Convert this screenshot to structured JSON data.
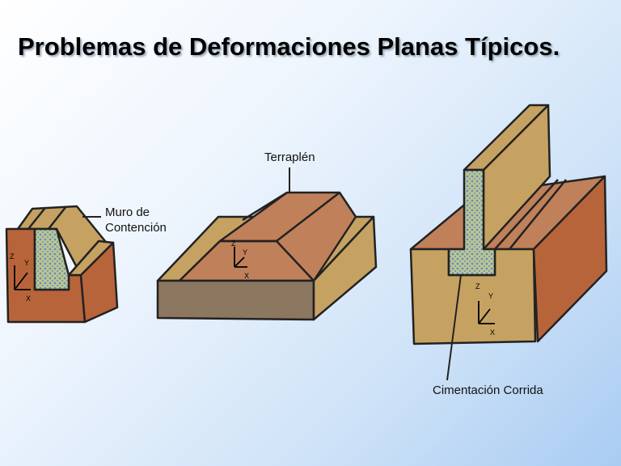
{
  "slide": {
    "title": "Problemas de Deformaciones Planas Típicos."
  },
  "diagrams": [
    {
      "label_line1": "Muro de",
      "label_line2": "Contención",
      "axes": {
        "z": "Z",
        "y": "Y",
        "x": "X"
      }
    },
    {
      "label": "Terraplén",
      "axes": {
        "z": "Z",
        "y": "Y",
        "x": "X"
      }
    },
    {
      "label": "Cimentación Corrida",
      "axes": {
        "z": "Z",
        "y": "Y",
        "x": "X"
      }
    }
  ],
  "colors": {
    "soil_brown": "#b8643a",
    "soil_tan": "#c6a262",
    "clay": "#c0805a",
    "base": "#8c7760",
    "concrete": "#b9c98e"
  }
}
